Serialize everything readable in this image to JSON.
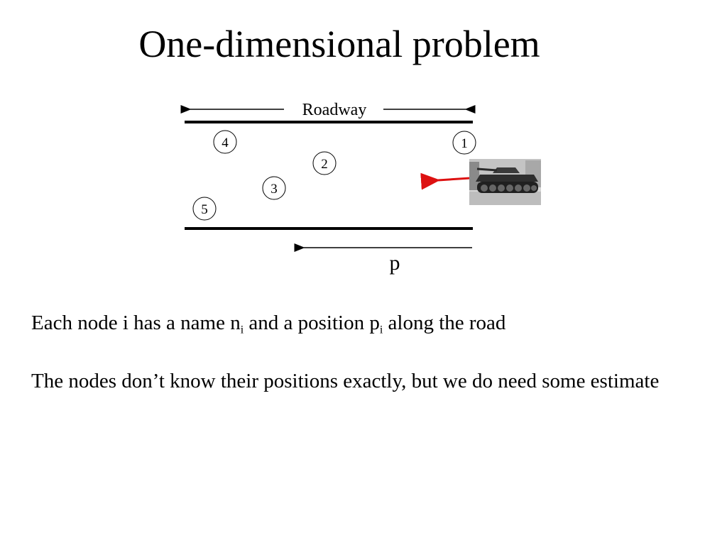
{
  "slide": {
    "title": "One-dimensional problem"
  },
  "diagram": {
    "roadway_label": "Roadway",
    "p_label": "p",
    "nodes": [
      "1",
      "2",
      "3",
      "4",
      "5"
    ],
    "arrow_color": "#dd1111",
    "vehicle_icon": "tank-icon"
  },
  "bullets": {
    "b1_part1": "Each node i has a name n",
    "b1_sub1": "i",
    "b1_part2": " and a position p",
    "b1_sub2": "i",
    "b1_part3": " along the road",
    "b2_text": "The nodes don’t know their positions exactly, but we do need some estimate"
  }
}
